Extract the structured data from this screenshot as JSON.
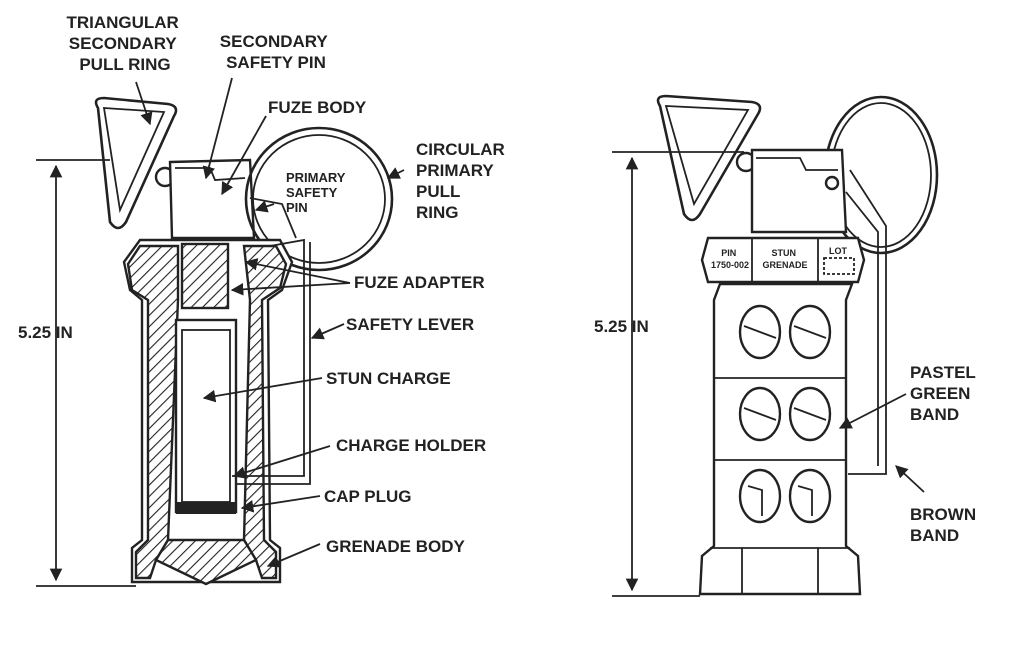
{
  "left_figure": {
    "labels": {
      "triangular_ring": [
        "TRIANGULAR",
        "SECONDARY",
        "PULL RING"
      ],
      "secondary_pin": [
        "SECONDARY",
        "SAFETY PIN"
      ],
      "fuze_body": "FUZE BODY",
      "circular_ring": [
        "CIRCULAR",
        "PRIMARY",
        "PULL",
        "RING"
      ],
      "primary_pin": [
        "PRIMARY",
        "SAFETY",
        "PIN"
      ],
      "fuze_adapter": "FUZE ADAPTER",
      "safety_lever": "SAFETY LEVER",
      "stun_charge": "STUN CHARGE",
      "charge_holder": "CHARGE HOLDER",
      "cap_plug": "CAP PLUG",
      "grenade_body": "GRENADE BODY"
    },
    "dimension": "5.25 IN"
  },
  "right_figure": {
    "labels": {
      "pin_code": [
        "PIN",
        "1750-002"
      ],
      "stun_grenade": [
        "STUN",
        "GRENADE"
      ],
      "lot": "LOT",
      "pastel_green_band": [
        "PASTEL",
        "GREEN",
        "BAND"
      ],
      "brown_band": [
        "BROWN",
        "BAND"
      ]
    },
    "dimension": "5.25 IN"
  }
}
